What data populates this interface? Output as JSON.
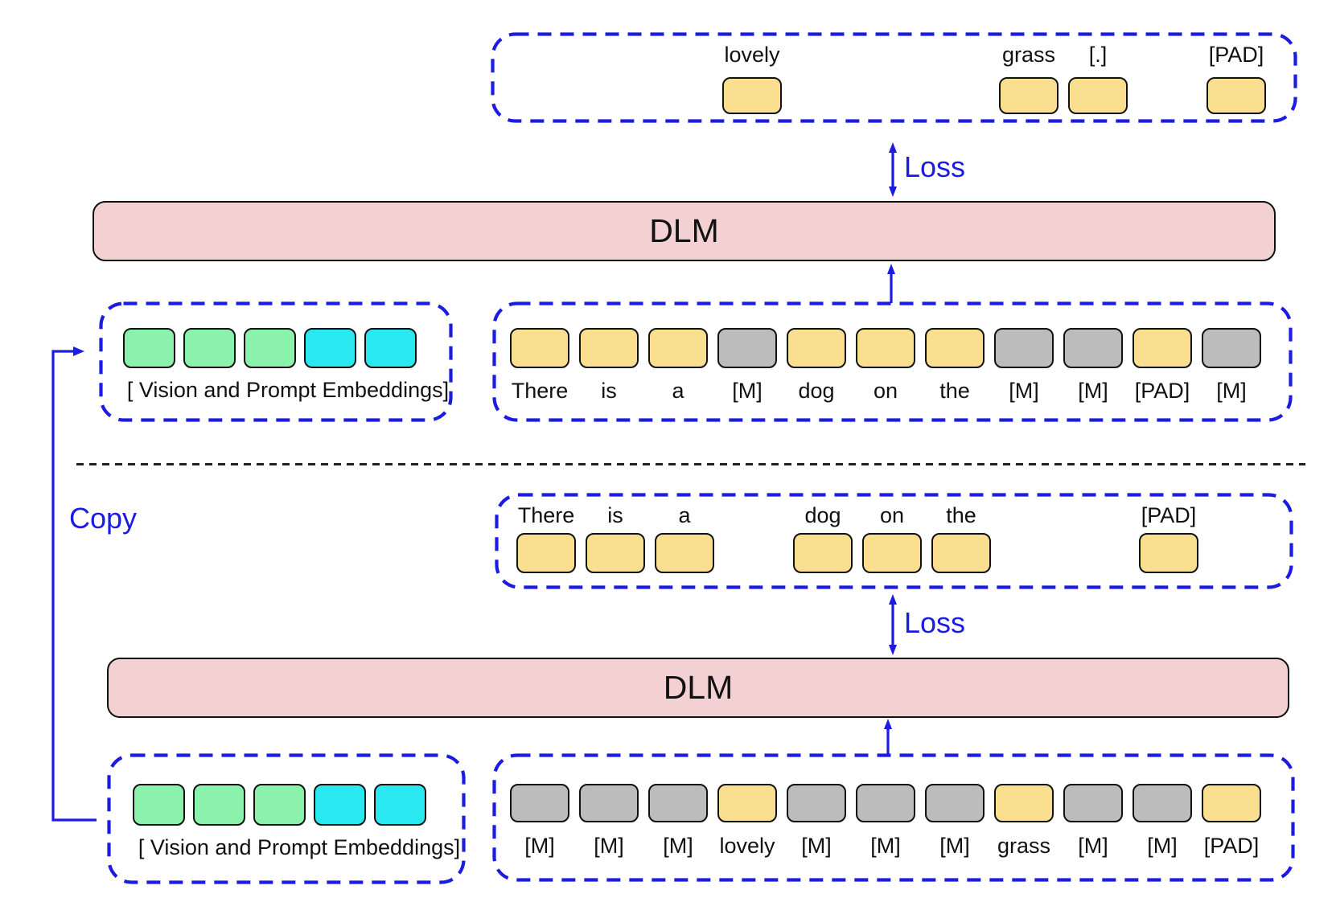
{
  "colors": {
    "blue": "#1c1ce0",
    "yellow": "#fbdf90",
    "gray": "#bcbcbc",
    "green": "#8bf2ab",
    "cyan": "#29e8f0",
    "pink": "#f3d0d2",
    "outline": "#111111"
  },
  "dlm_top": {
    "label": "DLM"
  },
  "dlm_bottom": {
    "label": "DLM"
  },
  "loss_top": {
    "label": "Loss"
  },
  "loss_bottom": {
    "label": "Loss"
  },
  "copy": {
    "label": "Copy"
  },
  "vision_top": {
    "caption": "[ Vision and Prompt Embeddings]"
  },
  "vision_bottom": {
    "caption": "[ Vision and Prompt Embeddings]"
  },
  "rows": {
    "output_top": {
      "label_position": "above",
      "slots": [
        {},
        {},
        {},
        {
          "label": "lovely",
          "color": "yellow"
        },
        {},
        {},
        {},
        {
          "label": "grass",
          "color": "yellow"
        },
        {
          "label": "[.]",
          "color": "yellow"
        },
        {},
        {
          "label": "[PAD]",
          "color": "yellow"
        }
      ]
    },
    "input_top": {
      "label_position": "below",
      "slots": [
        {
          "label": "There",
          "color": "yellow"
        },
        {
          "label": "is",
          "color": "yellow"
        },
        {
          "label": "a",
          "color": "yellow"
        },
        {
          "label": "[M]",
          "color": "gray"
        },
        {
          "label": "dog",
          "color": "yellow"
        },
        {
          "label": "on",
          "color": "yellow"
        },
        {
          "label": "the",
          "color": "yellow"
        },
        {
          "label": "[M]",
          "color": "gray"
        },
        {
          "label": "[M]",
          "color": "gray"
        },
        {
          "label": "[PAD]",
          "color": "yellow"
        },
        {
          "label": "[M]",
          "color": "gray"
        }
      ]
    },
    "output_mid": {
      "label_position": "above",
      "slots": [
        {
          "label": "There",
          "color": "yellow"
        },
        {
          "label": "is",
          "color": "yellow"
        },
        {
          "label": "a",
          "color": "yellow"
        },
        {},
        {
          "label": "dog",
          "color": "yellow"
        },
        {
          "label": "on",
          "color": "yellow"
        },
        {
          "label": "the",
          "color": "yellow"
        },
        {},
        {},
        {
          "label": "[PAD]",
          "color": "yellow"
        },
        {}
      ]
    },
    "input_bottom": {
      "label_position": "below",
      "slots": [
        {
          "label": "[M]",
          "color": "gray"
        },
        {
          "label": "[M]",
          "color": "gray"
        },
        {
          "label": "[M]",
          "color": "gray"
        },
        {
          "label": "lovely",
          "color": "yellow"
        },
        {
          "label": "[M]",
          "color": "gray"
        },
        {
          "label": "[M]",
          "color": "gray"
        },
        {
          "label": "[M]",
          "color": "gray"
        },
        {
          "label": "grass",
          "color": "yellow"
        },
        {
          "label": "[M]",
          "color": "gray"
        },
        {
          "label": "[M]",
          "color": "gray"
        },
        {
          "label": "[PAD]",
          "color": "yellow"
        }
      ]
    },
    "vision_embeddings": {
      "slots": [
        {
          "color": "green"
        },
        {
          "color": "green"
        },
        {
          "color": "green"
        },
        {
          "color": "cyan"
        },
        {
          "color": "cyan"
        }
      ]
    }
  }
}
